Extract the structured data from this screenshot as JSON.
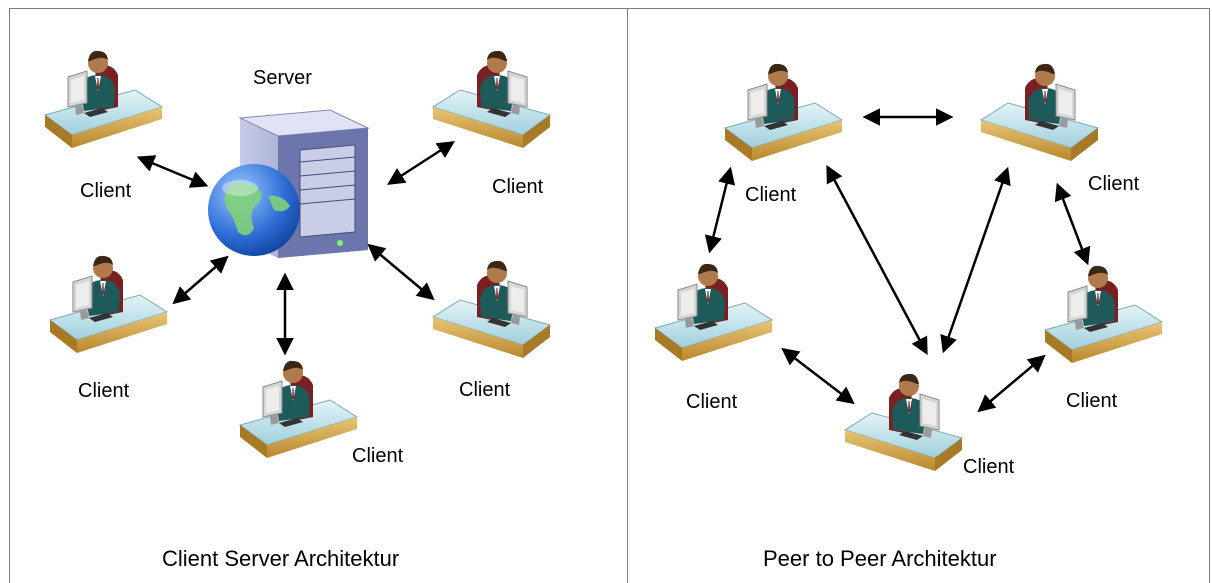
{
  "panels": {
    "client_server": {
      "caption": "Client Server Architektur",
      "server_label": "Server",
      "client_labels": [
        "Client",
        "Client",
        "Client",
        "Client",
        "Client"
      ]
    },
    "peer_to_peer": {
      "caption": "Peer to Peer Architektur",
      "client_labels": [
        "Client",
        "Client",
        "Client",
        "Client",
        "Client"
      ]
    }
  },
  "colors": {
    "desk_wood": "#c9a24a",
    "desk_glass": "#bfe0e8",
    "server_body": "#8f98c8",
    "globe_blue": "#2f6fd6",
    "globe_land": "#7fd07a",
    "arrow": "#000000"
  }
}
